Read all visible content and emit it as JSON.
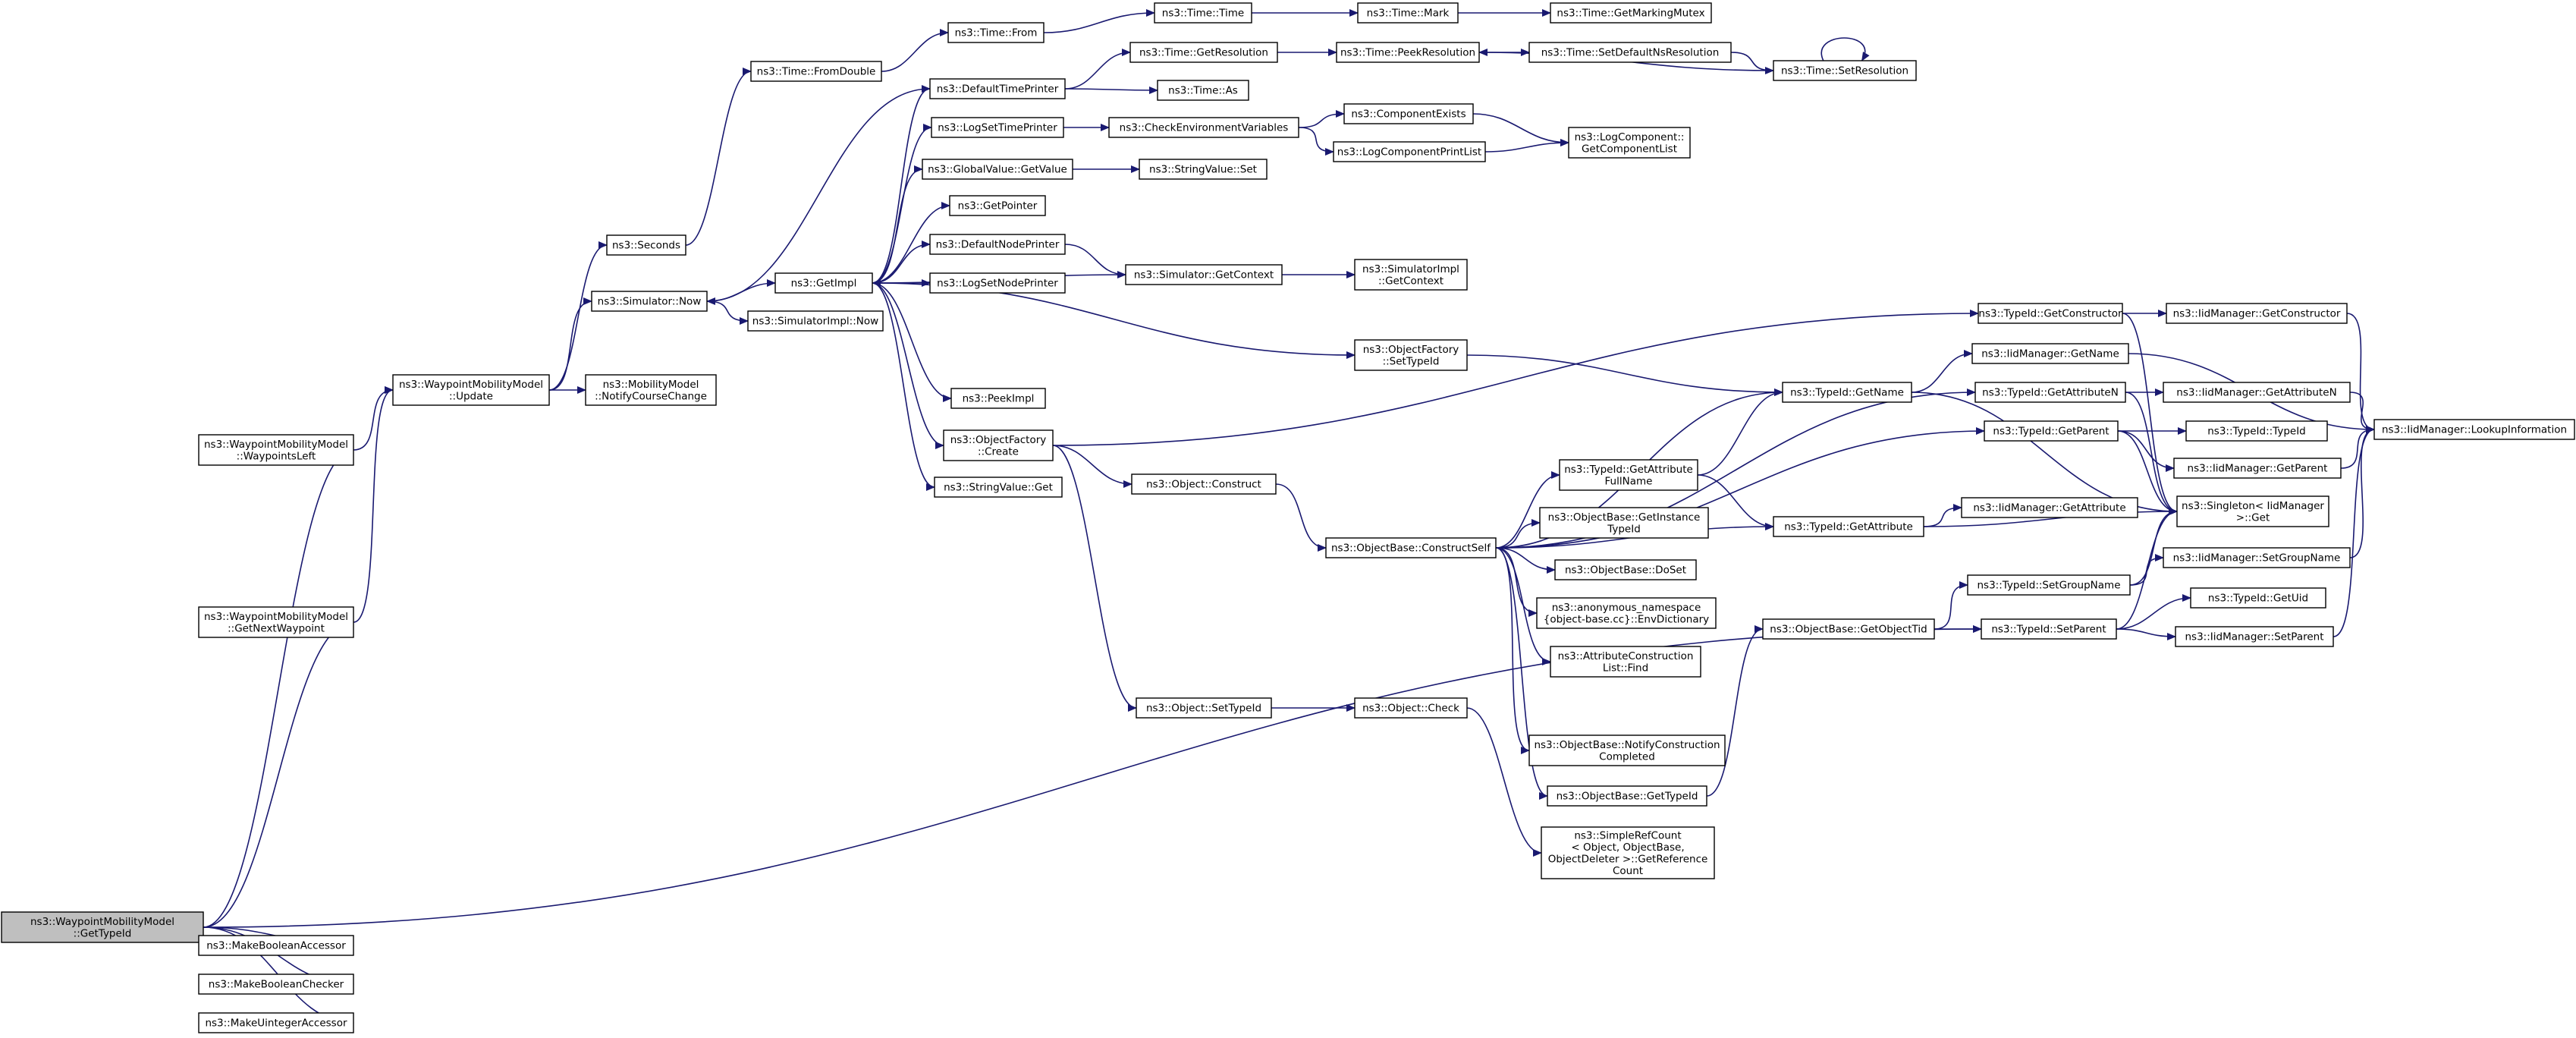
{
  "diagram": {
    "type": "doxygen-call-graph",
    "edge_color": "#191970",
    "root_fill": "#bfbfbf",
    "nodes": [
      {
        "id": "getTypeId",
        "lines": [
          "ns3::WaypointMobilityModel",
          "::GetTypeId"
        ],
        "root": true
      },
      {
        "id": "mbAccessor",
        "lines": [
          "ns3::MakeBooleanAccessor"
        ]
      },
      {
        "id": "mbChecker",
        "lines": [
          "ns3::MakeBooleanChecker"
        ]
      },
      {
        "id": "muAccessor",
        "lines": [
          "ns3::MakeUintegerAccessor"
        ]
      },
      {
        "id": "waypointsLeft",
        "lines": [
          "ns3::WaypointMobilityModel",
          "::WaypointsLeft"
        ]
      },
      {
        "id": "getNextWaypoint",
        "lines": [
          "ns3::WaypointMobilityModel",
          "::GetNextWaypoint"
        ]
      },
      {
        "id": "update",
        "lines": [
          "ns3::WaypointMobilityModel",
          "::Update"
        ]
      },
      {
        "id": "seconds",
        "lines": [
          "ns3::Seconds"
        ]
      },
      {
        "id": "simNow",
        "lines": [
          "ns3::Simulator::Now"
        ]
      },
      {
        "id": "notifyCourse",
        "lines": [
          "ns3::MobilityModel",
          "::NotifyCourseChange"
        ]
      },
      {
        "id": "fromDouble",
        "lines": [
          "ns3::Time::FromDouble"
        ]
      },
      {
        "id": "getImpl",
        "lines": [
          "ns3::GetImpl"
        ]
      },
      {
        "id": "simImplNow",
        "lines": [
          "ns3::SimulatorImpl::Now"
        ]
      },
      {
        "id": "timeFrom",
        "lines": [
          "ns3::Time::From"
        ]
      },
      {
        "id": "defTimePrinter",
        "lines": [
          "ns3::DefaultTimePrinter"
        ]
      },
      {
        "id": "logSetTimePrinter",
        "lines": [
          "ns3::LogSetTimePrinter"
        ]
      },
      {
        "id": "gvGetValue",
        "lines": [
          "ns3::GlobalValue::GetValue"
        ]
      },
      {
        "id": "getPointer",
        "lines": [
          "ns3::GetPointer"
        ]
      },
      {
        "id": "defNodePrinter",
        "lines": [
          "ns3::DefaultNodePrinter"
        ]
      },
      {
        "id": "logSetNodePrinter",
        "lines": [
          "ns3::LogSetNodePrinter"
        ]
      },
      {
        "id": "peekImpl",
        "lines": [
          "ns3::PeekImpl"
        ]
      },
      {
        "id": "objFactoryCreate",
        "lines": [
          "ns3::ObjectFactory",
          "::Create"
        ]
      },
      {
        "id": "strValueGet",
        "lines": [
          "ns3::StringValue::Get"
        ]
      },
      {
        "id": "timeTime",
        "lines": [
          "ns3::Time::Time"
        ]
      },
      {
        "id": "timeGetRes",
        "lines": [
          "ns3::Time::GetResolution"
        ]
      },
      {
        "id": "timeAs",
        "lines": [
          "ns3::Time::As"
        ]
      },
      {
        "id": "checkEnv",
        "lines": [
          "ns3::CheckEnvironmentVariables"
        ]
      },
      {
        "id": "strValueSet",
        "lines": [
          "ns3::StringValue::Set"
        ]
      },
      {
        "id": "simGetContext",
        "lines": [
          "ns3::Simulator::GetContext"
        ]
      },
      {
        "id": "objConstruct",
        "lines": [
          "ns3::Object::Construct"
        ]
      },
      {
        "id": "objSetTypeId",
        "lines": [
          "ns3::Object::SetTypeId"
        ]
      },
      {
        "id": "timeMark",
        "lines": [
          "ns3::Time::Mark"
        ]
      },
      {
        "id": "timePeekRes",
        "lines": [
          "ns3::Time::PeekResolution"
        ]
      },
      {
        "id": "compExists",
        "lines": [
          "ns3::ComponentExists"
        ]
      },
      {
        "id": "logCompPrintList",
        "lines": [
          "ns3::LogComponentPrintList"
        ]
      },
      {
        "id": "simImplGetContext",
        "lines": [
          "ns3::SimulatorImpl",
          "::GetContext"
        ]
      },
      {
        "id": "objFactorySetTypeId",
        "lines": [
          "ns3::ObjectFactory",
          "::SetTypeId"
        ]
      },
      {
        "id": "obConstructSelf",
        "lines": [
          "ns3::ObjectBase::ConstructSelf"
        ]
      },
      {
        "id": "objCheck",
        "lines": [
          "ns3::Object::Check"
        ]
      },
      {
        "id": "timeGetMarkingMutex",
        "lines": [
          "ns3::Time::GetMarkingMutex"
        ]
      },
      {
        "id": "timeSetDefNsRes",
        "lines": [
          "ns3::Time::SetDefaultNsResolution"
        ]
      },
      {
        "id": "logCompGetList",
        "lines": [
          "ns3::LogComponent::",
          "GetComponentList"
        ]
      },
      {
        "id": "tidGetAttrFullName",
        "lines": [
          "ns3::TypeId::GetAttribute",
          "FullName"
        ]
      },
      {
        "id": "obGetInstanceTid",
        "lines": [
          "ns3::ObjectBase::GetInstance",
          "TypeId"
        ]
      },
      {
        "id": "obDoSet",
        "lines": [
          "ns3::ObjectBase::DoSet"
        ]
      },
      {
        "id": "anonEnvDict",
        "lines": [
          "ns3::anonymous_namespace",
          "{object-base.cc}::EnvDictionary"
        ]
      },
      {
        "id": "attrConstrFind",
        "lines": [
          "ns3::AttributeConstruction",
          "List::Find"
        ]
      },
      {
        "id": "obNotifyConstr",
        "lines": [
          "ns3::ObjectBase::NotifyConstruction",
          "Completed"
        ]
      },
      {
        "id": "obGetTypeId",
        "lines": [
          "ns3::ObjectBase::GetTypeId"
        ]
      },
      {
        "id": "simpleRefCount",
        "lines": [
          "ns3::SimpleRefCount",
          "< Object, ObjectBase,",
          "ObjectDeleter >::GetReference",
          "Count"
        ]
      },
      {
        "id": "timeSetRes",
        "lines": [
          "ns3::Time::SetResolution"
        ]
      },
      {
        "id": "tidGetName",
        "lines": [
          "ns3::TypeId::GetName"
        ]
      },
      {
        "id": "tidGetAttribute",
        "lines": [
          "ns3::TypeId::GetAttribute"
        ]
      },
      {
        "id": "obGetObjectTid",
        "lines": [
          "ns3::ObjectBase::GetObjectTid"
        ]
      },
      {
        "id": "tidGetConstructor",
        "lines": [
          "ns3::TypeId::GetConstructor"
        ]
      },
      {
        "id": "iidGetName",
        "lines": [
          "ns3::IidManager::GetName"
        ]
      },
      {
        "id": "tidGetAttributeN",
        "lines": [
          "ns3::TypeId::GetAttributeN"
        ]
      },
      {
        "id": "tidGetParent",
        "lines": [
          "ns3::TypeId::GetParent"
        ]
      },
      {
        "id": "iidGetAttribute",
        "lines": [
          "ns3::IidManager::GetAttribute"
        ]
      },
      {
        "id": "tidSetGroupName",
        "lines": [
          "ns3::TypeId::SetGroupName"
        ]
      },
      {
        "id": "tidSetParent",
        "lines": [
          "ns3::TypeId::SetParent"
        ]
      },
      {
        "id": "iidGetConstructor",
        "lines": [
          "ns3::IidManager::GetConstructor"
        ]
      },
      {
        "id": "iidGetAttributeN",
        "lines": [
          "ns3::IidManager::GetAttributeN"
        ]
      },
      {
        "id": "tidTypeId",
        "lines": [
          "ns3::TypeId::TypeId"
        ]
      },
      {
        "id": "iidGetParent",
        "lines": [
          "ns3::IidManager::GetParent"
        ]
      },
      {
        "id": "singletonGet",
        "lines": [
          "ns3::Singleton< IidManager",
          ">::Get"
        ]
      },
      {
        "id": "iidSetGroupName",
        "lines": [
          "ns3::IidManager::SetGroupName"
        ]
      },
      {
        "id": "tidGetUid",
        "lines": [
          "ns3::TypeId::GetUid"
        ]
      },
      {
        "id": "iidSetParent",
        "lines": [
          "ns3::IidManager::SetParent"
        ]
      },
      {
        "id": "iidLookupInfo",
        "lines": [
          "ns3::IidManager::LookupInformation"
        ]
      }
    ],
    "edges": [
      [
        "getTypeId",
        "mbAccessor"
      ],
      [
        "getTypeId",
        "mbChecker"
      ],
      [
        "getTypeId",
        "muAccessor"
      ],
      [
        "getTypeId",
        "waypointsLeft"
      ],
      [
        "getTypeId",
        "getNextWaypoint"
      ],
      [
        "getTypeId",
        "tidSetParent"
      ],
      [
        "waypointsLeft",
        "update"
      ],
      [
        "getNextWaypoint",
        "update"
      ],
      [
        "update",
        "seconds"
      ],
      [
        "update",
        "simNow"
      ],
      [
        "update",
        "notifyCourse"
      ],
      [
        "seconds",
        "fromDouble"
      ],
      [
        "fromDouble",
        "timeFrom"
      ],
      [
        "timeFrom",
        "timeTime"
      ],
      [
        "timeTime",
        "timeMark"
      ],
      [
        "timeMark",
        "timeGetMarkingMutex"
      ],
      [
        "simNow",
        "getImpl"
      ],
      [
        "simNow",
        "simImplNow"
      ],
      [
        "defTimePrinter",
        "simNow"
      ],
      [
        "defTimePrinter",
        "timeGetRes"
      ],
      [
        "defTimePrinter",
        "timeAs"
      ],
      [
        "timeGetRes",
        "timePeekRes"
      ],
      [
        "timePeekRes",
        "timeSetDefNsRes"
      ],
      [
        "timeSetDefNsRes",
        "timeSetRes"
      ],
      [
        "timeSetRes",
        "timePeekRes"
      ],
      [
        "timeSetRes",
        "timeSetRes"
      ],
      [
        "getImpl",
        "defTimePrinter"
      ],
      [
        "getImpl",
        "logSetTimePrinter"
      ],
      [
        "getImpl",
        "gvGetValue"
      ],
      [
        "getImpl",
        "getPointer"
      ],
      [
        "getImpl",
        "defNodePrinter"
      ],
      [
        "getImpl",
        "logSetNodePrinter"
      ],
      [
        "getImpl",
        "peekImpl"
      ],
      [
        "getImpl",
        "objFactoryCreate"
      ],
      [
        "getImpl",
        "strValueGet"
      ],
      [
        "getImpl",
        "objFactorySetTypeId"
      ],
      [
        "logSetTimePrinter",
        "checkEnv"
      ],
      [
        "checkEnv",
        "compExists"
      ],
      [
        "checkEnv",
        "logCompPrintList"
      ],
      [
        "compExists",
        "logCompGetList"
      ],
      [
        "logCompPrintList",
        "logCompGetList"
      ],
      [
        "gvGetValue",
        "strValueSet"
      ],
      [
        "defNodePrinter",
        "simGetContext"
      ],
      [
        "simGetContext",
        "getImpl"
      ],
      [
        "simGetContext",
        "simImplGetContext"
      ],
      [
        "objFactorySetTypeId",
        "tidGetName"
      ],
      [
        "objFactoryCreate",
        "objConstruct"
      ],
      [
        "objFactoryCreate",
        "objSetTypeId"
      ],
      [
        "objFactoryCreate",
        "tidGetConstructor"
      ],
      [
        "objConstruct",
        "obConstructSelf"
      ],
      [
        "objSetTypeId",
        "objCheck"
      ],
      [
        "objCheck",
        "simpleRefCount"
      ],
      [
        "obConstructSelf",
        "tidGetAttrFullName"
      ],
      [
        "obConstructSelf",
        "obGetInstanceTid"
      ],
      [
        "obConstructSelf",
        "obDoSet"
      ],
      [
        "obConstructSelf",
        "anonEnvDict"
      ],
      [
        "obConstructSelf",
        "attrConstrFind"
      ],
      [
        "obConstructSelf",
        "obNotifyConstr"
      ],
      [
        "obConstructSelf",
        "obGetTypeId"
      ],
      [
        "obConstructSelf",
        "tidGetName"
      ],
      [
        "obConstructSelf",
        "tidGetAttribute"
      ],
      [
        "obConstructSelf",
        "tidGetAttributeN"
      ],
      [
        "obConstructSelf",
        "tidGetParent"
      ],
      [
        "tidGetAttrFullName",
        "tidGetName"
      ],
      [
        "tidGetAttrFullName",
        "tidGetAttribute"
      ],
      [
        "obGetTypeId",
        "obGetObjectTid"
      ],
      [
        "obGetObjectTid",
        "tidSetGroupName"
      ],
      [
        "obGetObjectTid",
        "tidSetParent"
      ],
      [
        "tidGetName",
        "iidGetName"
      ],
      [
        "tidGetName",
        "singletonGet"
      ],
      [
        "tidGetAttribute",
        "iidGetAttribute"
      ],
      [
        "tidGetAttribute",
        "singletonGet"
      ],
      [
        "tidGetConstructor",
        "iidGetConstructor"
      ],
      [
        "tidGetConstructor",
        "singletonGet"
      ],
      [
        "tidGetAttributeN",
        "iidGetAttributeN"
      ],
      [
        "tidGetAttributeN",
        "singletonGet"
      ],
      [
        "tidGetParent",
        "tidTypeId"
      ],
      [
        "tidGetParent",
        "iidGetParent"
      ],
      [
        "tidGetParent",
        "singletonGet"
      ],
      [
        "tidSetGroupName",
        "iidSetGroupName"
      ],
      [
        "tidSetGroupName",
        "singletonGet"
      ],
      [
        "tidSetParent",
        "tidGetUid"
      ],
      [
        "tidSetParent",
        "iidSetParent"
      ],
      [
        "tidSetParent",
        "singletonGet"
      ],
      [
        "iidGetName",
        "iidLookupInfo"
      ],
      [
        "iidGetConstructor",
        "iidLookupInfo"
      ],
      [
        "iidGetAttributeN",
        "iidLookupInfo"
      ],
      [
        "iidGetParent",
        "iidLookupInfo"
      ],
      [
        "iidSetGroupName",
        "iidLookupInfo"
      ],
      [
        "iidSetParent",
        "iidLookupInfo"
      ]
    ]
  }
}
